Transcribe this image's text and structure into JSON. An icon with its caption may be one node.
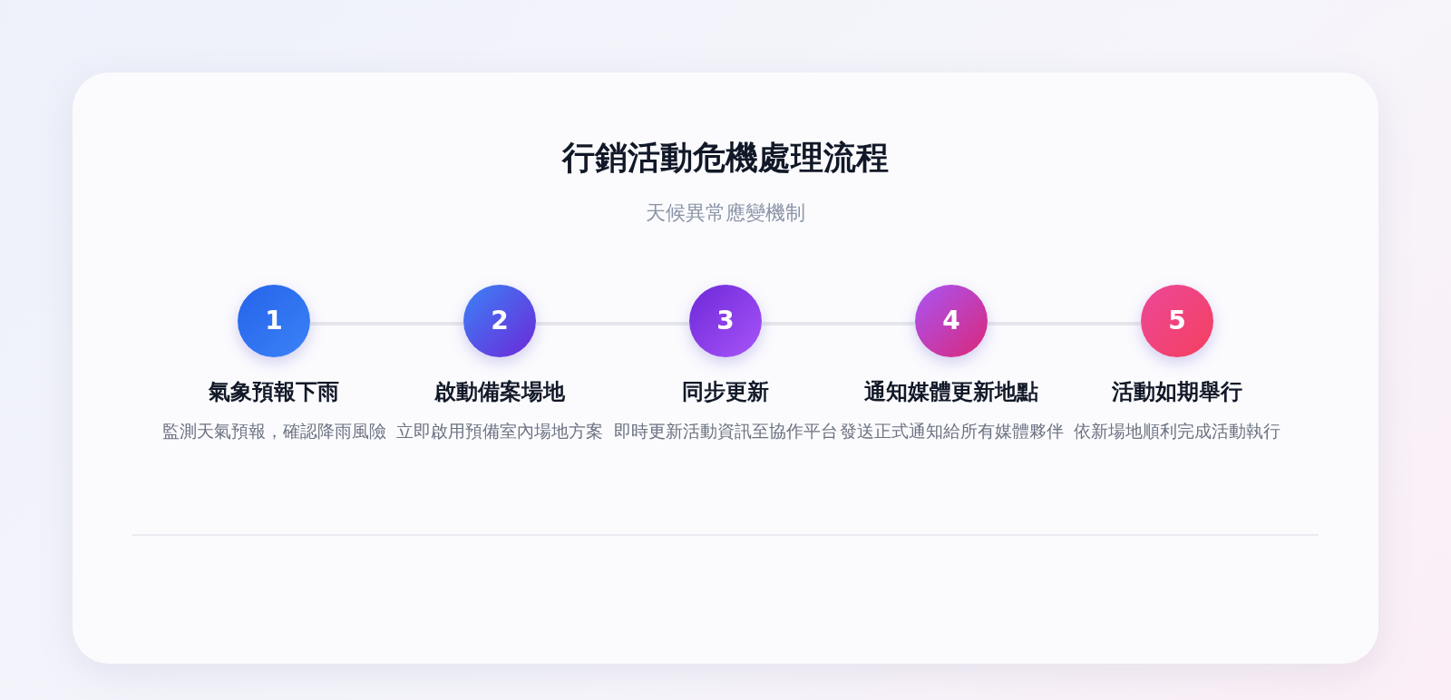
{
  "diagram": {
    "title": "行銷活動危機處理流程",
    "nodes": [
      {
        "text": [
          "1",
          "氣象預報下雨",
          "監測天氣預報，確認降雨風險"
        ]
      },
      {
        "text": [
          "2",
          "啟動備案場地",
          "立即啟用預備室內場地方案"
        ]
      },
      {
        "text": [
          "3",
          "同步更新",
          "即時更新活動資訊至協作平台"
        ]
      },
      {
        "text": [
          "4",
          "通知媒體更新地點",
          "發送正式通知給所有媒體夥伴"
        ]
      },
      {
        "text": [
          "5",
          "活動如期舉行",
          "依新場地順利完成活動執行"
        ]
      }
    ],
    "edges": [
      {
        "from": 0,
        "to": 1,
        "arrow": "none"
      },
      {
        "from": 1,
        "to": 2,
        "arrow": "none"
      },
      {
        "from": 2,
        "to": 3,
        "arrow": "none"
      },
      {
        "from": 3,
        "to": 4,
        "arrow": "none"
      }
    ],
    "labels": [
      "天候異常應變機制"
    ]
  }
}
